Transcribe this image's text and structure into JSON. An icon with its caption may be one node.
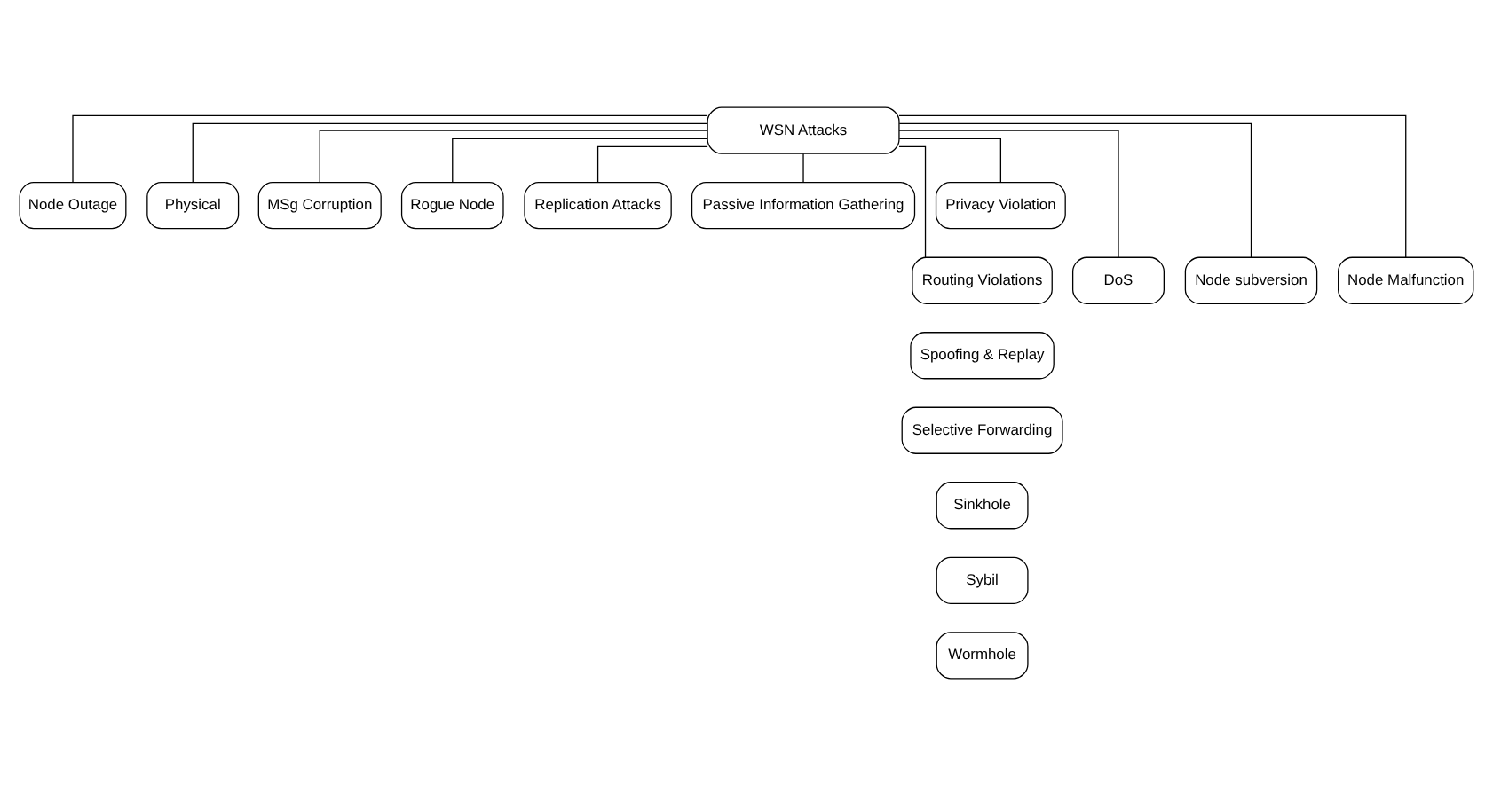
{
  "diagram": {
    "nodes": [
      {
        "text": [
          "WSN Attacks"
        ]
      },
      {
        "text": [
          "Node Outage"
        ]
      },
      {
        "text": [
          "Physical"
        ]
      },
      {
        "text": [
          "MSg Corruption"
        ]
      },
      {
        "text": [
          "Rogue Node"
        ]
      },
      {
        "text": [
          "Replication Attacks"
        ]
      },
      {
        "text": [
          "Passive Information Gathering"
        ]
      },
      {
        "text": [
          "Privacy Violation"
        ]
      },
      {
        "text": [
          "Routing Violations"
        ]
      },
      {
        "text": [
          "DoS"
        ]
      },
      {
        "text": [
          "Node subversion"
        ]
      },
      {
        "text": [
          "Node Malfunction"
        ]
      },
      {
        "text": [
          "Spoofing & Replay"
        ]
      },
      {
        "text": [
          "Selective Forwarding"
        ]
      },
      {
        "text": [
          "Sinkhole"
        ]
      },
      {
        "text": [
          "Sybil"
        ]
      },
      {
        "text": [
          "Wormhole"
        ]
      }
    ],
    "edges": [
      {
        "from": 0,
        "to": 1,
        "arrow": "none"
      },
      {
        "from": 0,
        "to": 2,
        "arrow": "none"
      },
      {
        "from": 0,
        "to": 3,
        "arrow": "none"
      },
      {
        "from": 0,
        "to": 4,
        "arrow": "none"
      },
      {
        "from": 0,
        "to": 5,
        "arrow": "none"
      },
      {
        "from": 0,
        "to": 6,
        "arrow": "none"
      },
      {
        "from": 0,
        "to": 7,
        "arrow": "none"
      },
      {
        "from": 0,
        "to": 8,
        "arrow": "none"
      },
      {
        "from": 0,
        "to": 9,
        "arrow": "none"
      },
      {
        "from": 0,
        "to": 10,
        "arrow": "none"
      },
      {
        "from": 0,
        "to": 11,
        "arrow": "none"
      }
    ]
  }
}
